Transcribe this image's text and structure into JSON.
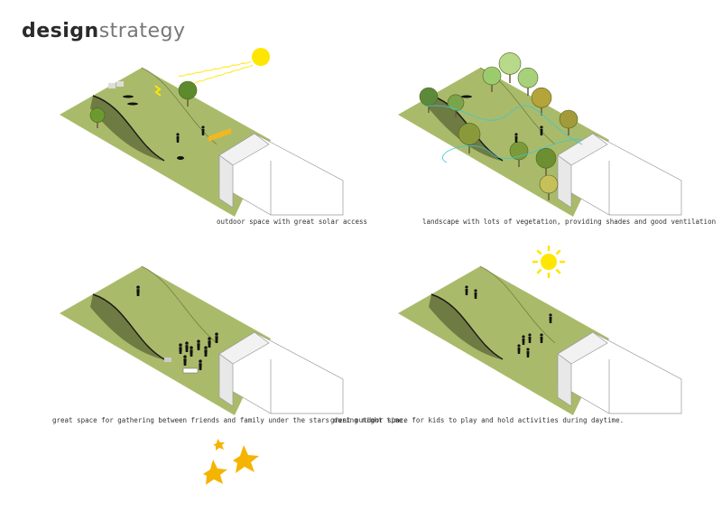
{
  "title": {
    "bold": "design",
    "light": "strategy"
  },
  "panels": [
    {
      "id": "solar",
      "caption": "outdoor space with great solar access"
    },
    {
      "id": "vegetation",
      "caption": "landscape with lots of vegetation, providing shades and good ventilation"
    },
    {
      "id": "night",
      "caption": "great space for gathering between friends and family under the stars during night time."
    },
    {
      "id": "day",
      "caption": "great outdoor space for kids to play and hold activities during daytime."
    }
  ],
  "colors": {
    "grass": "#a9bb6a",
    "grass_dark": "#5f6b38",
    "sun": "#ffe600",
    "star": "#f5b400",
    "tree": "#7a9a3c",
    "wind": "#3cc6d8"
  }
}
